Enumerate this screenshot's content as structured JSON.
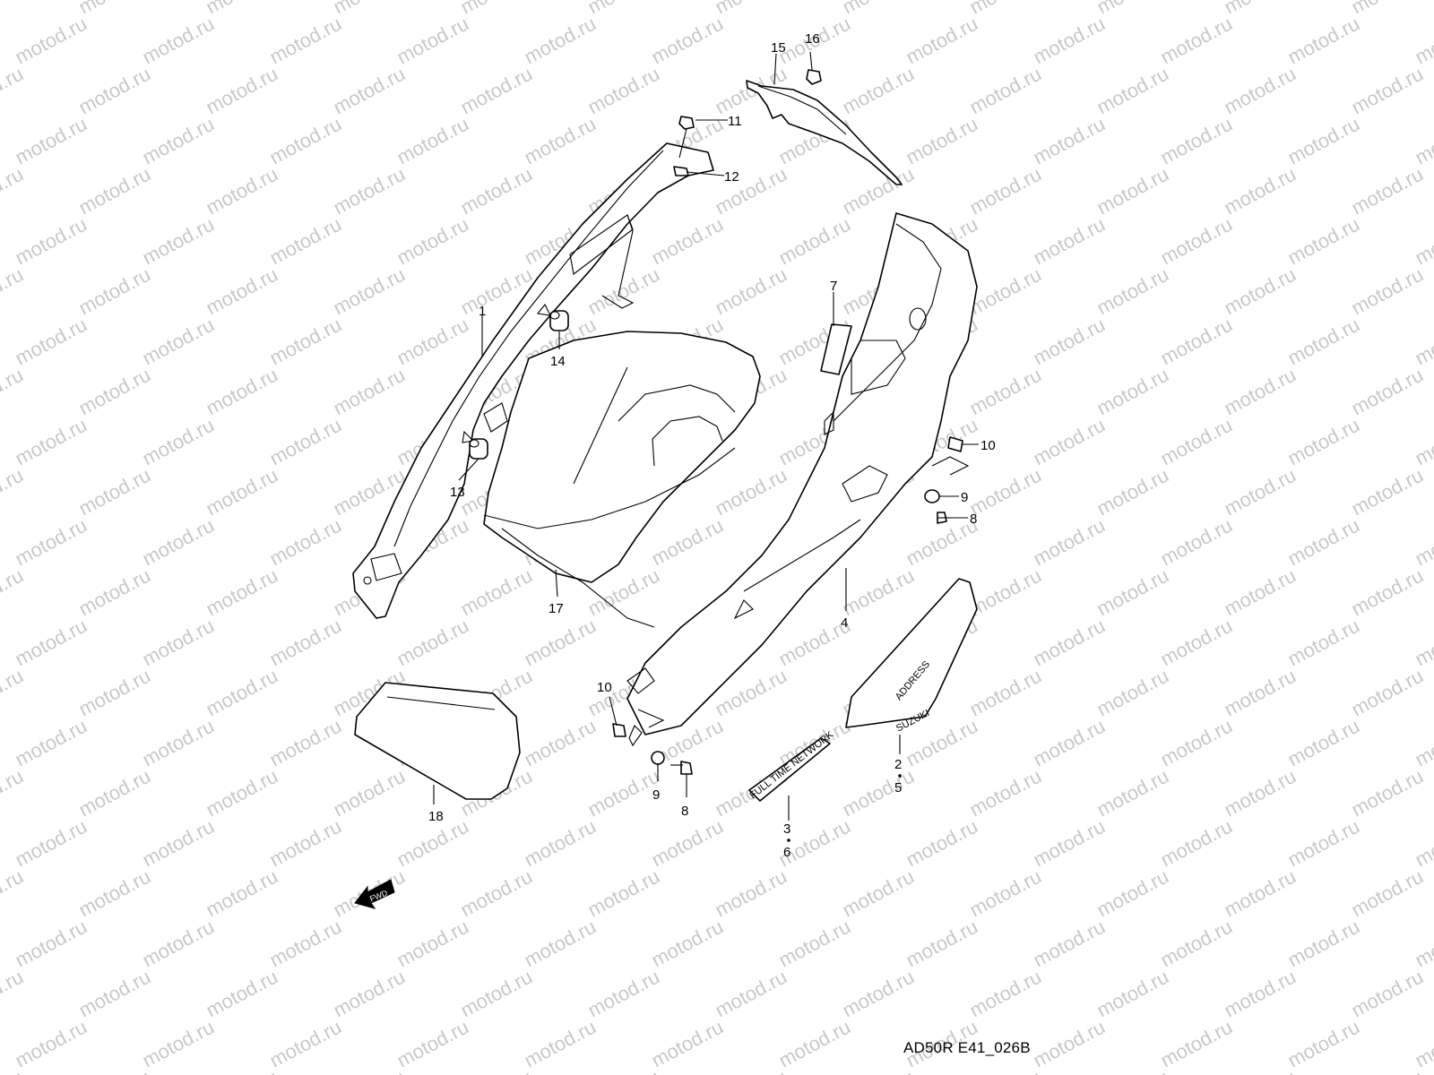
{
  "watermark": "motod.ru",
  "diagram_code": "AD50R E41_026B",
  "callouts": {
    "c1": "1",
    "c2": "2",
    "c3": "3",
    "c4": "4",
    "c5": "5",
    "c6": "6",
    "c7": "7",
    "c8a": "8",
    "c8b": "8",
    "c9a": "9",
    "c9b": "9",
    "c10a": "10",
    "c10b": "10",
    "c11": "11",
    "c12": "12",
    "c13": "13",
    "c14": "14",
    "c15": "15",
    "c16": "16",
    "c17": "17",
    "c18": "18"
  },
  "decals": {
    "address": "ADDRESS",
    "suzuki": "SUZUKI",
    "network": "FULL TIME NETWORK",
    "fwd": "FWD"
  },
  "icons": {
    "fwd": "fwd-arrow-icon"
  }
}
